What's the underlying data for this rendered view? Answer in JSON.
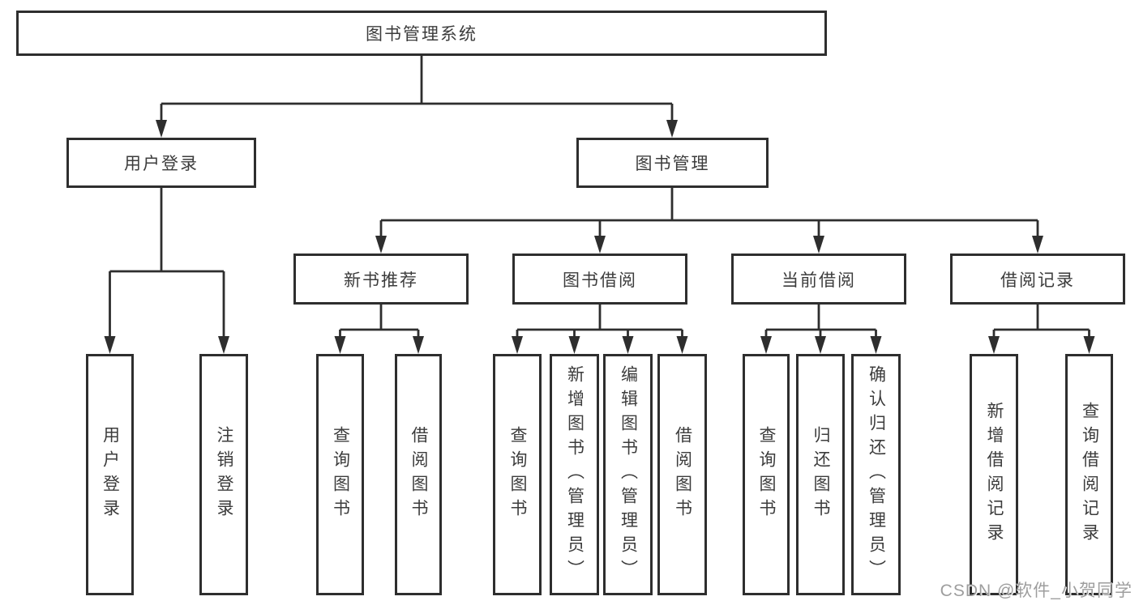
{
  "diagram": {
    "title": "图书管理系统",
    "nodes": {
      "root": {
        "label": "图书管理系统"
      },
      "user_login": {
        "label": "用户登录"
      },
      "book_mgmt": {
        "label": "图书管理"
      },
      "new_books": {
        "label": "新书推荐"
      },
      "book_borrow": {
        "label": "图书借阅"
      },
      "current_borrow": {
        "label": "当前借阅"
      },
      "borrow_records": {
        "label": "借阅记录"
      },
      "user_login_leaf": {
        "label": "用户登录"
      },
      "logout_leaf": {
        "label": "注销登录"
      },
      "nb_query_books": {
        "label": "查询图书"
      },
      "nb_borrow_books": {
        "label": "借阅图书"
      },
      "bb_query_books": {
        "label": "查询图书"
      },
      "bb_add_books": {
        "label": "新增图书（管理员）"
      },
      "bb_edit_books": {
        "label": "编辑图书（管理员）"
      },
      "bb_borrow_books": {
        "label": "借阅图书"
      },
      "cb_query_books": {
        "label": "查询图书"
      },
      "cb_return_books": {
        "label": "归还图书"
      },
      "cb_confirm_return": {
        "label": "确认归还（管理员）"
      },
      "br_add_record": {
        "label": "新增借阅记录"
      },
      "br_query_record": {
        "label": "查询借阅记录"
      }
    },
    "structure": [
      {
        "parent": "root",
        "children": [
          "user_login",
          "book_mgmt"
        ]
      },
      {
        "parent": "user_login",
        "children": [
          "user_login_leaf",
          "logout_leaf"
        ]
      },
      {
        "parent": "book_mgmt",
        "children": [
          "new_books",
          "book_borrow",
          "current_borrow",
          "borrow_records"
        ]
      },
      {
        "parent": "new_books",
        "children": [
          "nb_query_books",
          "nb_borrow_books"
        ]
      },
      {
        "parent": "book_borrow",
        "children": [
          "bb_query_books",
          "bb_add_books",
          "bb_edit_books",
          "bb_borrow_books"
        ]
      },
      {
        "parent": "current_borrow",
        "children": [
          "cb_query_books",
          "cb_return_books",
          "cb_confirm_return"
        ]
      },
      {
        "parent": "borrow_records",
        "children": [
          "br_add_record",
          "br_query_record"
        ]
      }
    ],
    "colors": {
      "line": "#2e2e2e",
      "box_border": "#2e2e2e",
      "text": "#3c3c3c",
      "watermark": "#9e9e9e",
      "background": "#ffffff"
    }
  },
  "watermark": {
    "text": "CSDN @软件_小贺同学"
  }
}
